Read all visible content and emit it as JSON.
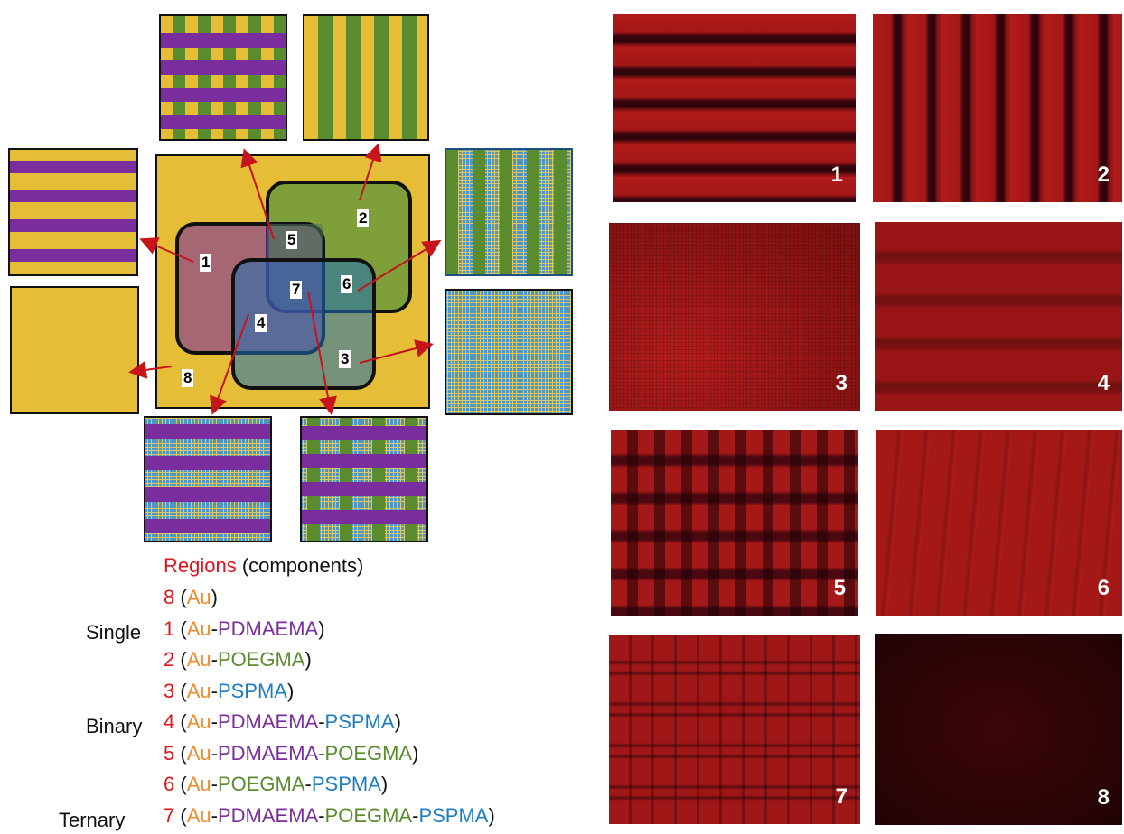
{
  "colors": {
    "gold": "#e5bd36",
    "purple": "#7a2d9c",
    "green": "#5a8c2e",
    "blue_grid": "#6fa8c8",
    "red_arrow": "#c6141b",
    "photo_red": "#9c1414",
    "photo_dark": "#2a0508"
  },
  "diagram": {
    "region_labels": [
      "1",
      "2",
      "3",
      "4",
      "5",
      "6",
      "7",
      "8"
    ]
  },
  "legend": {
    "header_regions": "Regions",
    "header_components": "(components)",
    "categories": {
      "single": "Single",
      "binary": "Binary",
      "ternary": "Ternary"
    },
    "rows": [
      {
        "num": "8",
        "parts": [
          {
            "t": "(",
            "c": "blk"
          },
          {
            "t": "Au",
            "c": "au"
          },
          {
            "t": ")",
            "c": "blk"
          }
        ]
      },
      {
        "num": "1",
        "parts": [
          {
            "t": "(",
            "c": "blk"
          },
          {
            "t": "Au",
            "c": "au"
          },
          {
            "t": "-",
            "c": "blk"
          },
          {
            "t": "PDMAEMA",
            "c": "pd"
          },
          {
            "t": ")",
            "c": "blk"
          }
        ]
      },
      {
        "num": "2",
        "parts": [
          {
            "t": "(",
            "c": "blk"
          },
          {
            "t": "Au",
            "c": "au"
          },
          {
            "t": "-",
            "c": "blk"
          },
          {
            "t": "POEGMA",
            "c": "po"
          },
          {
            "t": ")",
            "c": "blk"
          }
        ]
      },
      {
        "num": "3",
        "parts": [
          {
            "t": "(",
            "c": "blk"
          },
          {
            "t": "Au",
            "c": "au"
          },
          {
            "t": "-",
            "c": "blk"
          },
          {
            "t": "PSPMA",
            "c": "ps"
          },
          {
            "t": ")",
            "c": "blk"
          }
        ]
      },
      {
        "num": "4",
        "parts": [
          {
            "t": "(",
            "c": "blk"
          },
          {
            "t": "Au",
            "c": "au"
          },
          {
            "t": "-",
            "c": "blk"
          },
          {
            "t": "PDMAEMA",
            "c": "pd"
          },
          {
            "t": "-",
            "c": "blk"
          },
          {
            "t": "PSPMA",
            "c": "ps"
          },
          {
            "t": ")",
            "c": "blk"
          }
        ]
      },
      {
        "num": "5",
        "parts": [
          {
            "t": "(",
            "c": "blk"
          },
          {
            "t": "Au",
            "c": "au"
          },
          {
            "t": "-",
            "c": "blk"
          },
          {
            "t": "PDMAEMA",
            "c": "pd"
          },
          {
            "t": "-",
            "c": "blk"
          },
          {
            "t": "POEGMA",
            "c": "po"
          },
          {
            "t": ")",
            "c": "blk"
          }
        ]
      },
      {
        "num": "6",
        "parts": [
          {
            "t": "(",
            "c": "blk"
          },
          {
            "t": "Au",
            "c": "au"
          },
          {
            "t": "-",
            "c": "blk"
          },
          {
            "t": "POEGMA",
            "c": "po"
          },
          {
            "t": "-",
            "c": "blk"
          },
          {
            "t": "PSPMA",
            "c": "ps"
          },
          {
            "t": ")",
            "c": "blk"
          }
        ]
      },
      {
        "num": "7",
        "parts": [
          {
            "t": "(",
            "c": "blk"
          },
          {
            "t": "Au",
            "c": "au"
          },
          {
            "t": "-",
            "c": "blk"
          },
          {
            "t": "PDMAEMA",
            "c": "pd"
          },
          {
            "t": "-",
            "c": "blk"
          },
          {
            "t": "POEGMA",
            "c": "po"
          },
          {
            "t": "-",
            "c": "blk"
          },
          {
            "t": "PSPMA",
            "c": "ps"
          },
          {
            "t": ")",
            "c": "blk"
          }
        ]
      }
    ]
  },
  "photos": [
    {
      "label": "1",
      "pattern": "horizontal dark stripes"
    },
    {
      "label": "2",
      "pattern": "vertical dark stripes"
    },
    {
      "label": "3",
      "pattern": "fine uniform grid"
    },
    {
      "label": "4",
      "pattern": "faint horizontal bands"
    },
    {
      "label": "5",
      "pattern": "rows of dark squares"
    },
    {
      "label": "6",
      "pattern": "faint vertical streaks"
    },
    {
      "label": "7",
      "pattern": "rows of outlined squares"
    },
    {
      "label": "8",
      "pattern": "uniform dark"
    }
  ]
}
